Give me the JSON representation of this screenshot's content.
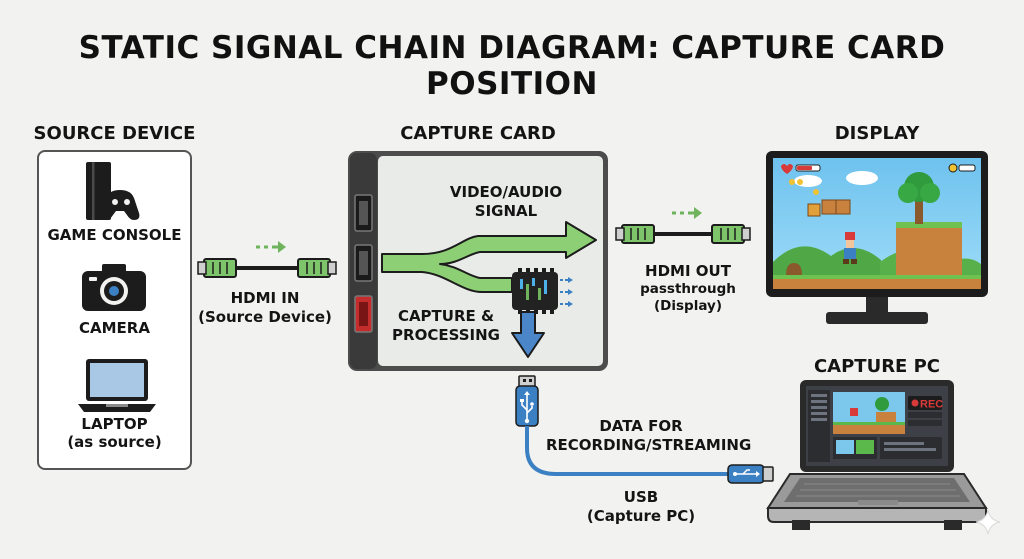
{
  "title": "STATIC SIGNAL CHAIN DIAGRAM: CAPTURE CARD POSITION",
  "source": {
    "heading": "SOURCE DEVICE",
    "items": [
      {
        "label": "GAME CONSOLE"
      },
      {
        "label": "CAMERA"
      },
      {
        "label": "LAPTOP",
        "sub": "(as source)"
      }
    ]
  },
  "capture_card": {
    "heading": "CAPTURE CARD",
    "signal_line1": "VIDEO/AUDIO",
    "signal_line2": "SIGNAL",
    "processing_line1": "CAPTURE &",
    "processing_line2": "PROCESSING"
  },
  "hdmi_in": {
    "line1": "HDMI IN",
    "line2": "(Source Device)"
  },
  "hdmi_out": {
    "line1": "HDMI OUT",
    "line2": "passthrough",
    "line3": "(Display)"
  },
  "display": {
    "heading": "DISPLAY"
  },
  "capture_pc": {
    "heading": "CAPTURE PC",
    "rec_label": "REC"
  },
  "data_label": {
    "line1": "DATA FOR",
    "line2": "RECORDING/STREAMING"
  },
  "usb": {
    "line1": "USB",
    "line2": "(Capture PC)"
  },
  "colors": {
    "green": "#6fb45c",
    "blue": "#3c80c4",
    "dark": "#1c1c1c",
    "red": "#d83a3a"
  }
}
